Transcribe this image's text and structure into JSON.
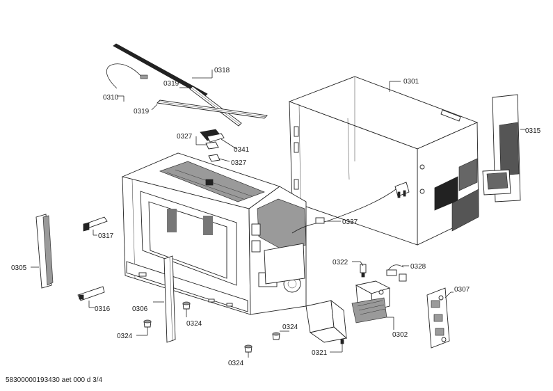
{
  "footer": {
    "code": "58300000193430 aet 000 d 3/4"
  },
  "labels": {
    "l0318": "0318",
    "l0319a": "0319",
    "l0310": "0310",
    "l0319b": "0319",
    "l0301": "0301",
    "l0315": "0315",
    "l0327a": "0327",
    "l0341": "0341",
    "l0327b": "0327",
    "l0317": "0317",
    "l0305": "0305",
    "l0337": "0337",
    "l0322": "0322",
    "l0328": "0328",
    "l0307": "0307",
    "l0316": "0316",
    "l0306": "0306",
    "l0324a": "0324",
    "l0324b": "0324",
    "l0324c": "0324",
    "l0324d": "0324",
    "l0302": "0302",
    "l0321": "0321"
  }
}
